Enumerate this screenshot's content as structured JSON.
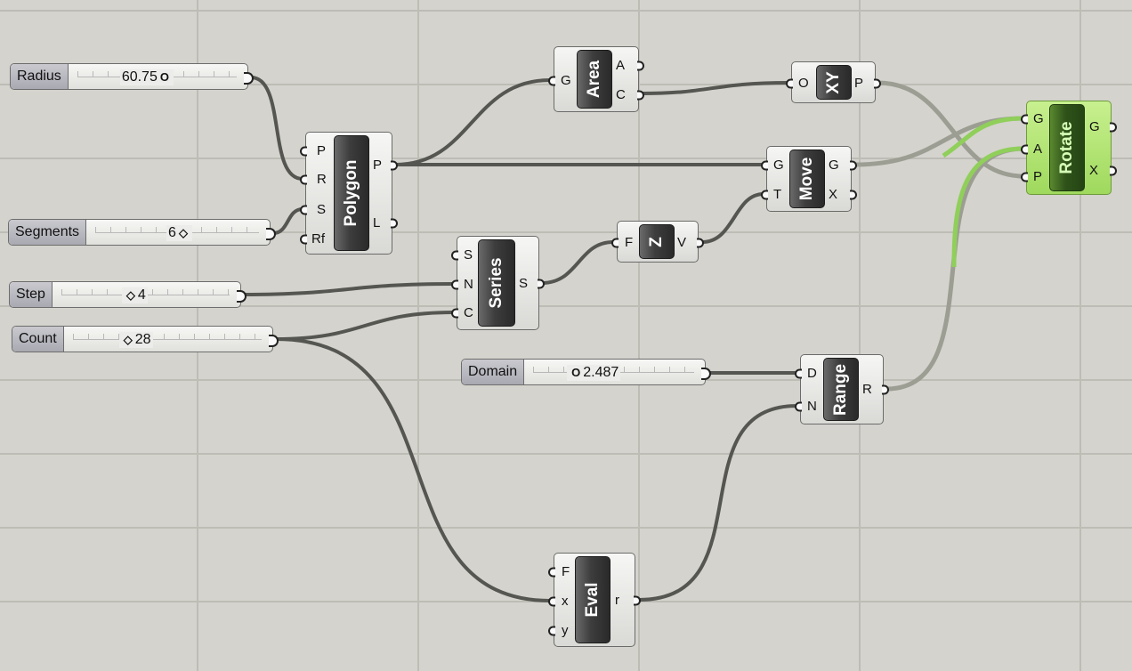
{
  "canvas": {
    "background": "#d4d3cd",
    "wire_color": "#555551",
    "selected_wire_color": "#9c9d93",
    "accent_green": "#9fd95d"
  },
  "sliders": {
    "radius": {
      "label": "Radius",
      "value": "60.75"
    },
    "segments": {
      "label": "Segments",
      "value": "6"
    },
    "step": {
      "label": "Step",
      "value": "4"
    },
    "count": {
      "label": "Count",
      "value": "28"
    },
    "domain": {
      "label": "Domain",
      "value": "2.487"
    }
  },
  "components": {
    "polygon": {
      "name": "Polygon",
      "inputs": [
        "P",
        "R",
        "S",
        "Rf"
      ],
      "outputs": [
        "P",
        "L"
      ]
    },
    "area": {
      "name": "Area",
      "inputs": [
        "G"
      ],
      "outputs": [
        "A",
        "C"
      ]
    },
    "xy": {
      "name": "XY",
      "inputs": [
        "O"
      ],
      "outputs": [
        "P"
      ]
    },
    "move": {
      "name": "Move",
      "inputs": [
        "G",
        "T"
      ],
      "outputs": [
        "G",
        "X"
      ]
    },
    "rotate": {
      "name": "Rotate",
      "inputs": [
        "G",
        "A",
        "P"
      ],
      "outputs": [
        "G",
        "X"
      ]
    },
    "series": {
      "name": "Series",
      "inputs": [
        "S",
        "N",
        "C"
      ],
      "outputs": [
        "S"
      ]
    },
    "z": {
      "name": "Z",
      "inputs": [
        "F"
      ],
      "outputs": [
        "V"
      ]
    },
    "range": {
      "name": "Range",
      "inputs": [
        "D",
        "N"
      ],
      "outputs": [
        "R"
      ]
    },
    "eval": {
      "name": "Eval",
      "inputs": [
        "F",
        "x",
        "y"
      ],
      "outputs": [
        "r"
      ]
    }
  }
}
